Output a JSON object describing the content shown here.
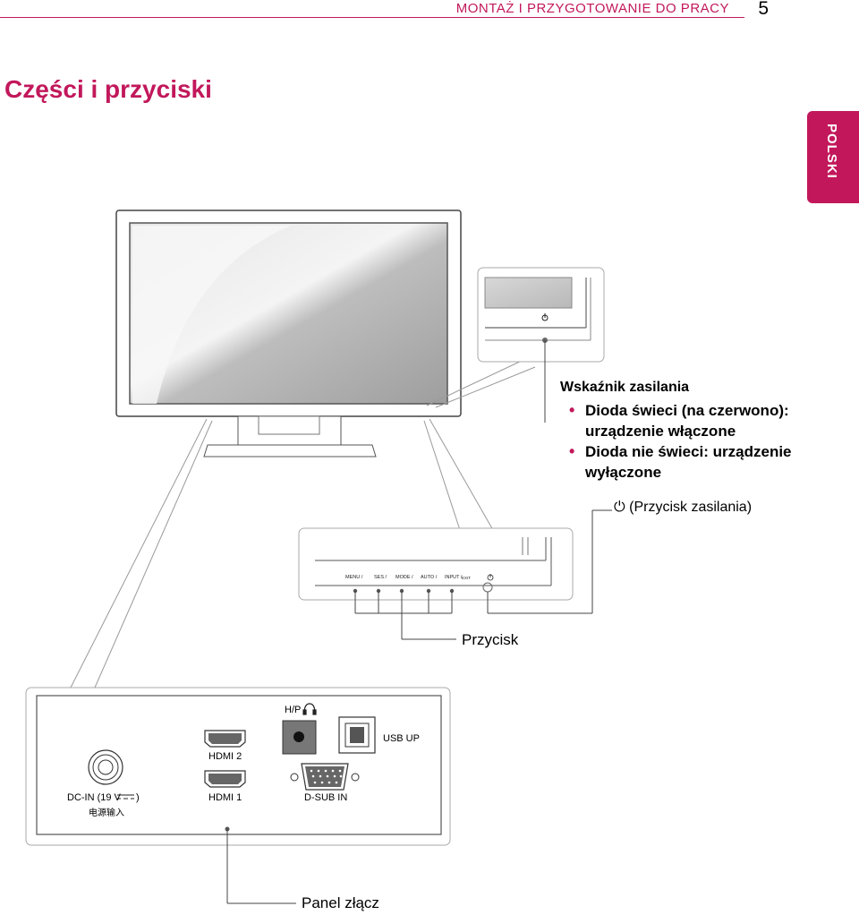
{
  "header": {
    "title": "MONTAŻ I PRZYGOTOWANIE DO PRACY",
    "page_number": "5"
  },
  "section_title": "Części i przyciski",
  "language_tab": "POLSKI",
  "power_indicator": {
    "title": "Wskaźnik zasilania",
    "items": [
      "Dioda świeci (na czerwono): urządzenie włączone",
      "Dioda nie świeci: urządzenie wyłączone"
    ]
  },
  "power_button": {
    "symbol": "⏻",
    "label": "(Przycisk zasilania)"
  },
  "buttons_label": "Przycisk",
  "button_panel": {
    "menu": "MENU /",
    "ses": "SES /",
    "mode": "MODE /",
    "auto": "AUTO /",
    "input": "INPUT /",
    "exit": "EXIT"
  },
  "connectors": {
    "hp": "H/P",
    "hdmi2": "HDMI 2",
    "usb_up": "USB UP",
    "dc_in": "DC-IN (19 V",
    "dc_in_close": ")",
    "dc_in_cn": "电源输入",
    "hdmi1": "HDMI 1",
    "dsub": "D-SUB IN"
  },
  "panel_label": "Panel złącz",
  "colors": {
    "accent": "#c2185b"
  }
}
